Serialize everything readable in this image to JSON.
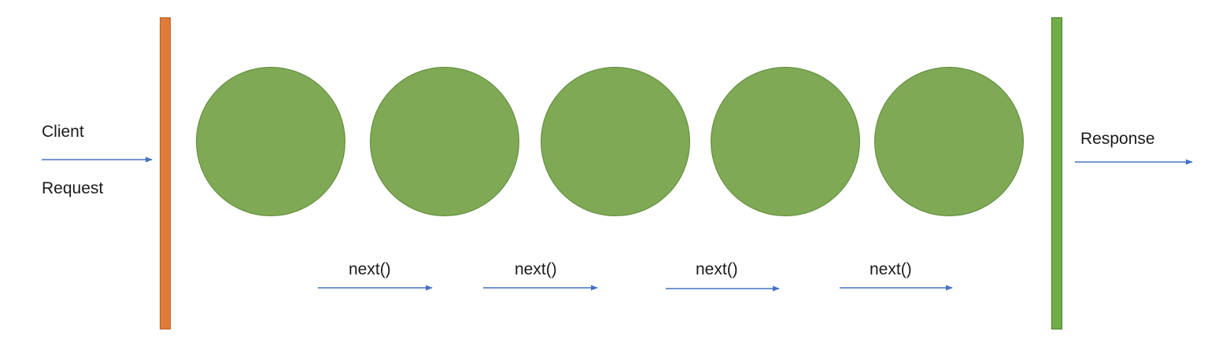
{
  "labels": {
    "client": "Client",
    "request": "Request",
    "response": "Response",
    "next": [
      "next()",
      "next()",
      "next()",
      "next()"
    ]
  },
  "colors": {
    "entry_bar": "#E07B39",
    "exit_bar": "#70AD47",
    "middleware": "#7FA955",
    "arrow": "#4472C4"
  }
}
